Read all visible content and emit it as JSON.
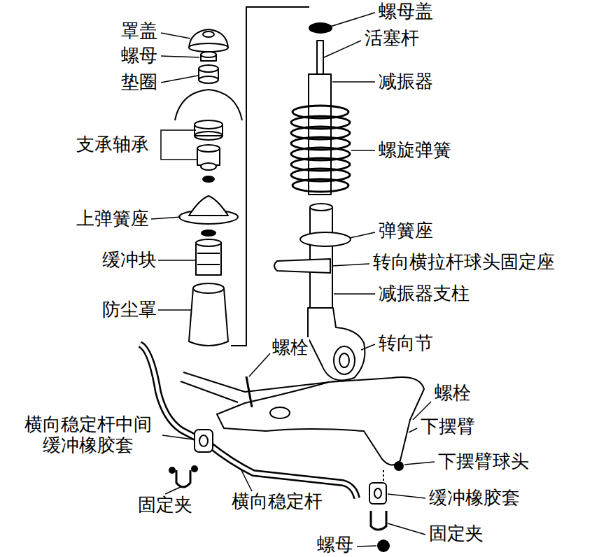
{
  "diagram": {
    "labels": [
      "罩盖",
      "螺母",
      "垫圈",
      "支承轴承",
      "上弹簧座",
      "缓冲块",
      "防尘罩",
      "螺母盖",
      "活塞杆",
      "减振器",
      "螺旋弹簧",
      "弹簧座",
      "转向横拉杆球头固定座",
      "减振器支柱",
      "螺栓",
      "转向节",
      "螺栓",
      "下摆臂",
      "下摆臂球头",
      "横向稳定杆中间 缓冲橡胶套",
      "缓冲橡胶套",
      "固定夹",
      "横向稳定杆",
      "固定夹",
      "螺母"
    ]
  }
}
